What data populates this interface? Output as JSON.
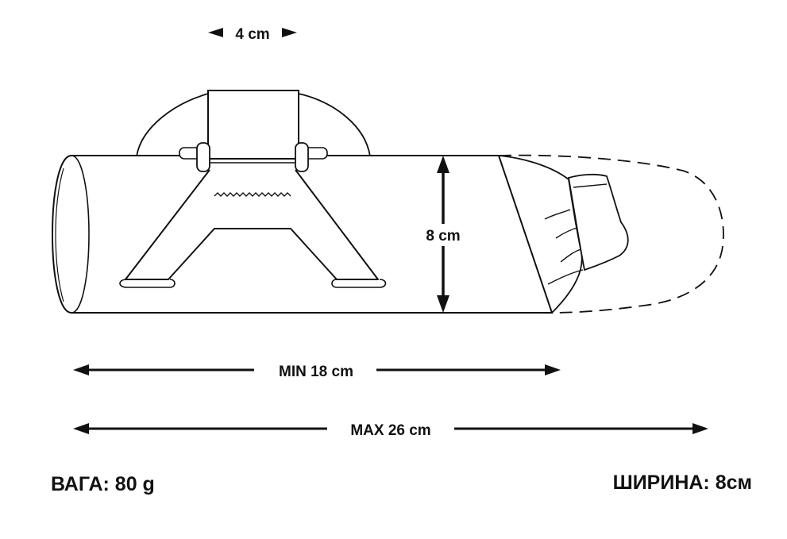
{
  "dimensions": {
    "top_width": "4 cm",
    "height": "8 cm",
    "min_length": "MIN 18 cm",
    "max_length": "MAX 26 cm"
  },
  "specs": {
    "weight": "ВАГА: 80 g",
    "width": "ШИРИНА: 8см"
  },
  "colors": {
    "line": "#111111",
    "background": "#ffffff"
  }
}
